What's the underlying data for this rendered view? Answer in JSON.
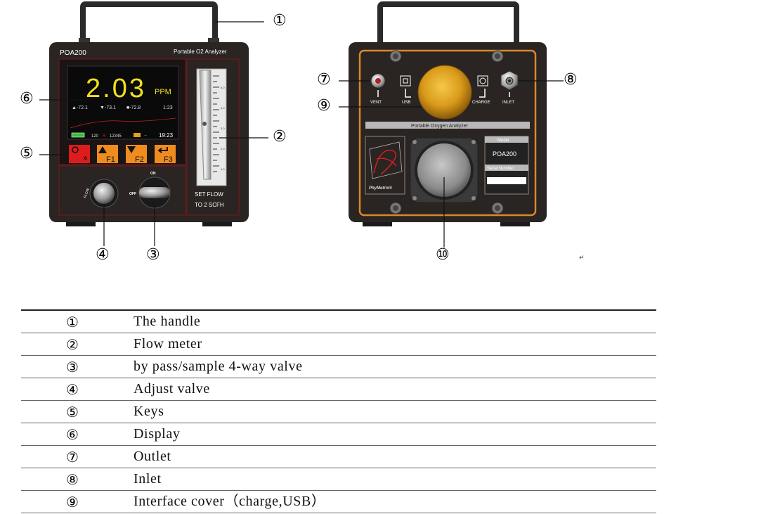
{
  "front": {
    "brand": "POA200",
    "product": "Portable O2  Analyzer",
    "reading_value": "2.03",
    "reading_unit": "PPM",
    "stats": {
      "max": "▲-72.1",
      "min": "▼-73.1",
      "avg": "■-72.8",
      "time_span": "1:23"
    },
    "status": {
      "pressure": "120",
      "r_label": "R",
      "serial": "12345",
      "clock": "19:23"
    },
    "keys": [
      "F1",
      "F2",
      "F3"
    ],
    "knob_flow_label": "FLOW",
    "knob_on_label": "ON",
    "knob_off_label": "OFF",
    "flowmeter_ticks": [
      "5,0",
      "4,0",
      "3,0",
      "2,0",
      "1,0"
    ],
    "flow_instruction_1": "SET FLOW",
    "flow_instruction_2": "TO 2 SCFH"
  },
  "back": {
    "vent_label": "VENT",
    "usb_label": "USB",
    "charge_label": "CHARGE",
    "inlet_label": "INLET",
    "panel_title": "Portable Oxygen Analyzer",
    "logo_text": "PhyMetrix®",
    "model_header": "Model",
    "model_value": "POA200",
    "serial_header": "Serial Number"
  },
  "callouts": {
    "c1": "①",
    "c2": "②",
    "c3": "③",
    "c4": "④",
    "c5": "⑤",
    "c6": "⑥",
    "c7": "⑦",
    "c8": "⑧",
    "c9": "⑨",
    "c10": "⑩"
  },
  "return_mark": "↵",
  "legend": [
    {
      "num": "①",
      "text": "The handle"
    },
    {
      "num": "②",
      "text": "Flow meter"
    },
    {
      "num": "③",
      "text": "by pass/sample 4-way valve"
    },
    {
      "num": "④",
      "text": "Adjust valve"
    },
    {
      "num": "⑤",
      "text": "Keys"
    },
    {
      "num": "⑥",
      "text": "Display"
    },
    {
      "num": "⑦",
      "text": "Outlet"
    },
    {
      "num": "⑧",
      "text": "Inlet"
    },
    {
      "num": "⑨",
      "text": "Interface cover（charge,USB）"
    }
  ],
  "colors": {
    "body": "#2a2422",
    "screen": "#0a0a0a",
    "digits": "#f0e020",
    "key_orange": "#f08c1e",
    "key_red": "#e01b1b",
    "frame_orange": "#d9882a",
    "cover_gold": "#d99a1a"
  }
}
